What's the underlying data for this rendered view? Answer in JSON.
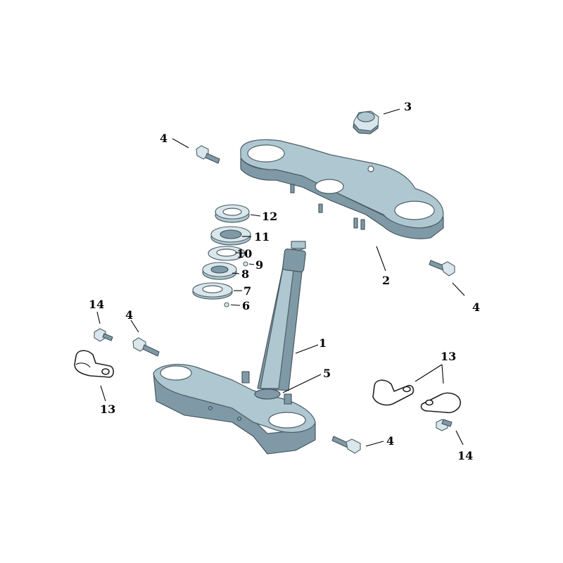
{
  "diagram": {
    "callouts": [
      {
        "id": "c1",
        "label": "1"
      },
      {
        "id": "c2",
        "label": "2"
      },
      {
        "id": "c3",
        "label": "3"
      },
      {
        "id": "c4a",
        "label": "4"
      },
      {
        "id": "c4b",
        "label": "4"
      },
      {
        "id": "c4c",
        "label": "4"
      },
      {
        "id": "c4d",
        "label": "4"
      },
      {
        "id": "c5",
        "label": "5"
      },
      {
        "id": "c6",
        "label": "6"
      },
      {
        "id": "c7",
        "label": "7"
      },
      {
        "id": "c8",
        "label": "8"
      },
      {
        "id": "c9",
        "label": "9"
      },
      {
        "id": "c10",
        "label": "10"
      },
      {
        "id": "c11",
        "label": "11"
      },
      {
        "id": "c12",
        "label": "12"
      },
      {
        "id": "c13a",
        "label": "13"
      },
      {
        "id": "c13b",
        "label": "13"
      },
      {
        "id": "c14a",
        "label": "14"
      },
      {
        "id": "c14b",
        "label": "14"
      }
    ]
  },
  "colors": {
    "part_fill": "#aec7d1",
    "part_shadow": "#7f9aa6",
    "part_outline": "#4d5f67",
    "label_color": "#000000"
  }
}
